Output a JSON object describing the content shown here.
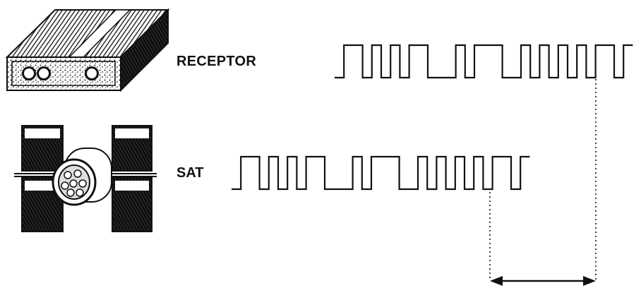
{
  "labels": {
    "receiver": "RECEPTOR",
    "satellite": "SAT"
  },
  "icons": {
    "receiver": "receiver-box-icon",
    "satellite": "satellite-icon"
  },
  "signal": {
    "pattern": [
      0,
      1,
      1,
      0,
      1,
      0,
      1,
      0,
      1,
      1,
      0,
      0,
      0,
      1,
      0,
      1,
      1,
      1,
      0,
      0,
      1,
      0,
      1,
      0,
      1,
      0,
      1,
      0,
      1,
      1,
      0,
      1
    ]
  },
  "colors": {
    "ink": "#111111",
    "background": "#ffffff"
  }
}
